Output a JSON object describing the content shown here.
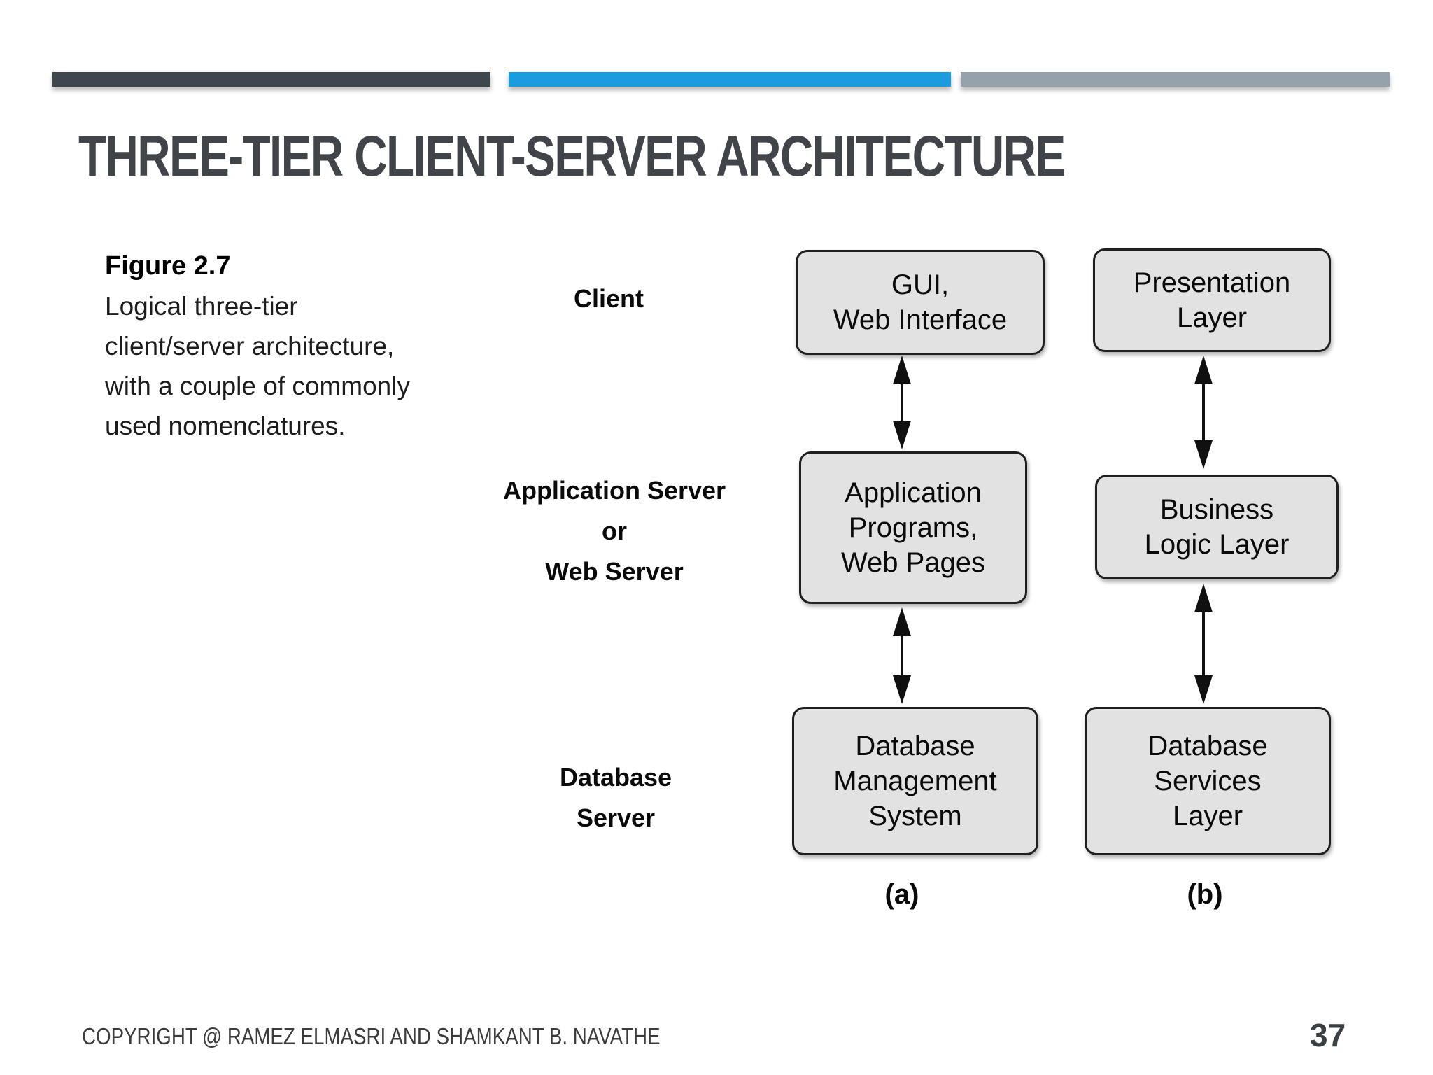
{
  "title": "THREE-TIER CLIENT-SERVER ARCHITECTURE",
  "figure_caption": {
    "heading": "Figure 2.7",
    "lines": [
      "Logical three-tier",
      "client/server architecture,",
      "with a couple of commonly",
      "used nomenclatures."
    ]
  },
  "diagram": {
    "row_labels": [
      {
        "lines": [
          "Client"
        ]
      },
      {
        "lines": [
          "Application Server",
          "or",
          "Web Server"
        ]
      },
      {
        "lines": [
          "Database",
          "Server"
        ]
      }
    ],
    "columns": [
      {
        "label": "(a)",
        "boxes": [
          [
            "GUI,",
            "Web Interface"
          ],
          [
            "Application",
            "Programs,",
            "Web Pages"
          ],
          [
            "Database",
            "Management",
            "System"
          ]
        ]
      },
      {
        "label": "(b)",
        "boxes": [
          [
            "Presentation",
            "Layer"
          ],
          [
            "Business",
            "Logic Layer"
          ],
          [
            "Database",
            "Services",
            "Layer"
          ]
        ]
      }
    ]
  },
  "footer": {
    "copyright": "COPYRIGHT @ RAMEZ ELMASRI AND SHAMKANT B. NAVATHE",
    "page_number": "37"
  },
  "colors": {
    "bar_dark": "#3d474c",
    "bar_blue": "#1b9cdf",
    "bar_gray": "#97a1ab",
    "box_fill": "#e2e2e2",
    "box_border": "#1f1f1f",
    "title_text": "#414549",
    "arrow": "#101010"
  }
}
